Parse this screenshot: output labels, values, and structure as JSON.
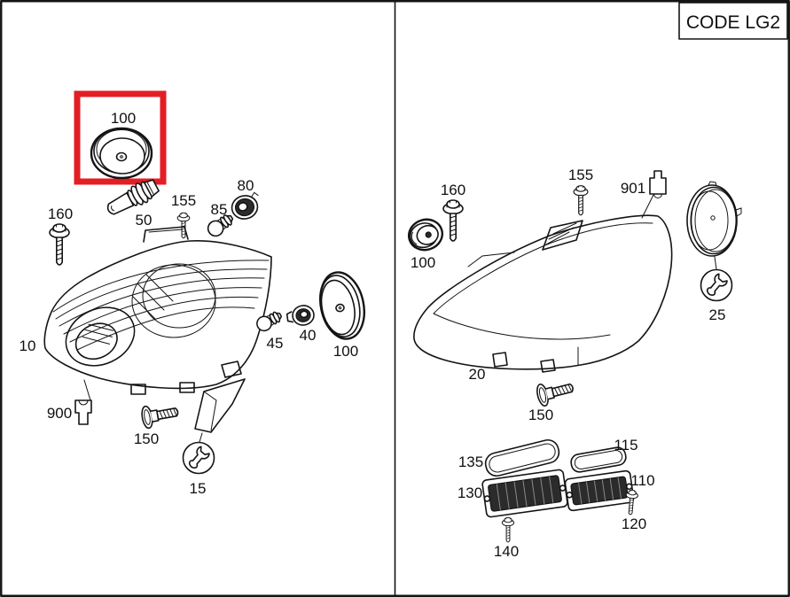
{
  "title_box": {
    "label": "CODE LG2"
  },
  "colors": {
    "highlight_red": "#e31e24",
    "line": "#141414",
    "background": "#ffffff"
  },
  "highlight": {
    "highlighted_part": "100"
  },
  "icons": {
    "repair_kit_15": "wrench-in-circle",
    "repair_kit_25": "wrench-in-circle"
  },
  "left_panel": {
    "labels": {
      "cap_100_highlight": "100",
      "screw_160": "160",
      "bulb_50": "50",
      "screw_155": "155",
      "bulb_85": "85",
      "socket_80": "80",
      "headlamp_10": "10",
      "bulb_45": "45",
      "socket_40": "40",
      "cap_100": "100",
      "clip_900": "900",
      "bolt_150": "150",
      "repair_kit_15": "15"
    }
  },
  "right_panel": {
    "labels": {
      "screw_160": "160",
      "cap_100": "100",
      "screw_155": "155",
      "clip_901": "901",
      "repair_kit_25": "25",
      "headlamp_20": "20",
      "bolt_150": "150",
      "gasket_135": "135",
      "gasket_115": "115",
      "module_130": "130",
      "module_110": "110",
      "screw_120": "120",
      "screw_140": "140"
    }
  }
}
